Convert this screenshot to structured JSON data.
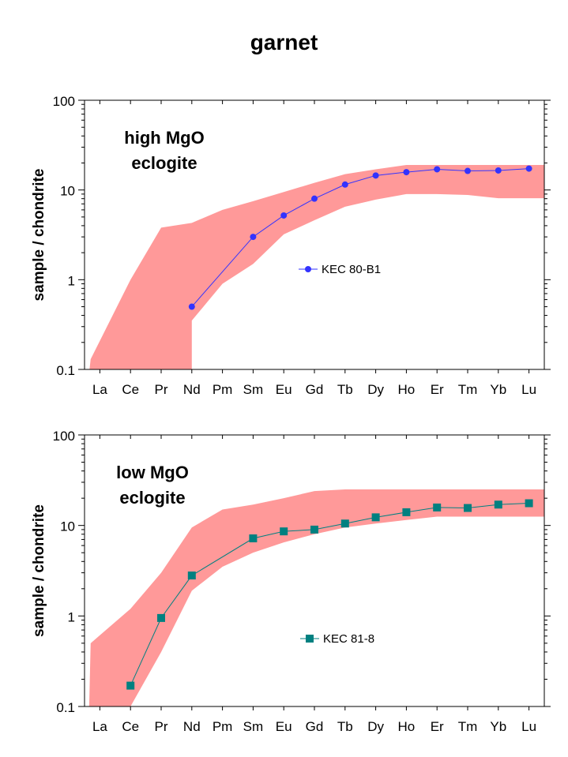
{
  "title": "garnet",
  "chart_data": [
    {
      "type": "line",
      "ylabel": "sample / chondrite",
      "yscale": "log",
      "ylim": [
        0.1,
        100
      ],
      "ytick_labels": [
        "0.1",
        "1",
        "10",
        "100"
      ],
      "categories": [
        "La",
        "Ce",
        "Pr",
        "Nd",
        "Pm",
        "Sm",
        "Eu",
        "Gd",
        "Tb",
        "Dy",
        "Ho",
        "Er",
        "Tm",
        "Yb",
        "Lu"
      ],
      "annotation": [
        "high MgO",
        "eclogite"
      ],
      "band_color": "#ff9999",
      "band_upper": [
        [
          "La",
          0.13
        ],
        [
          "Ce",
          1.0
        ],
        [
          "Pr",
          3.8
        ],
        [
          "Nd",
          4.3
        ],
        [
          "Pm",
          6.0
        ],
        [
          "Sm",
          7.5
        ],
        [
          "Eu",
          9.5
        ],
        [
          "Gd",
          12
        ],
        [
          "Tb",
          15
        ],
        [
          "Dy",
          17
        ],
        [
          "Ho",
          19
        ],
        [
          "Er",
          19
        ],
        [
          "Tm",
          19
        ],
        [
          "Yb",
          19
        ],
        [
          "Lu",
          19
        ]
      ],
      "band_lower": [
        [
          "Nd",
          0.1
        ],
        [
          "Nd",
          0.35
        ],
        [
          "Pm",
          0.9
        ],
        [
          "Sm",
          1.5
        ],
        [
          "Eu",
          3.2
        ],
        [
          "Gd",
          4.6
        ],
        [
          "Tb",
          6.5
        ],
        [
          "Dy",
          7.8
        ],
        [
          "Ho",
          9
        ],
        [
          "Er",
          9
        ],
        [
          "Tm",
          8.8
        ],
        [
          "Yb",
          8.1
        ],
        [
          "Lu",
          8.1
        ]
      ],
      "series": [
        {
          "name": "KEC 80-B1",
          "color": "#3333ff",
          "marker": "circle",
          "x": [
            "Nd",
            "Sm",
            "Eu",
            "Gd",
            "Tb",
            "Dy",
            "Ho",
            "Er",
            "Tm",
            "Yb",
            "Lu"
          ],
          "values": [
            0.5,
            3.0,
            5.2,
            8.0,
            11.5,
            14.5,
            15.8,
            17.0,
            16.3,
            16.5,
            17.3
          ]
        }
      ],
      "legend_position": "center-right"
    },
    {
      "type": "line",
      "ylabel": "sample / chondrite",
      "yscale": "log",
      "ylim": [
        0.1,
        100
      ],
      "ytick_labels": [
        "0.1",
        "1",
        "10",
        "100"
      ],
      "categories": [
        "La",
        "Ce",
        "Pr",
        "Nd",
        "Pm",
        "Sm",
        "Eu",
        "Gd",
        "Tb",
        "Dy",
        "Ho",
        "Er",
        "Tm",
        "Yb",
        "Lu"
      ],
      "annotation": [
        "low MgO",
        "eclogite"
      ],
      "band_color": "#ff9999",
      "band_upper": [
        [
          "La",
          0.5
        ],
        [
          "Ce",
          1.2
        ],
        [
          "Pr",
          3.0
        ],
        [
          "Nd",
          9.5
        ],
        [
          "Pm",
          15
        ],
        [
          "Sm",
          17
        ],
        [
          "Eu",
          20
        ],
        [
          "Gd",
          24
        ],
        [
          "Tb",
          25
        ],
        [
          "Dy",
          25
        ],
        [
          "Ho",
          25
        ],
        [
          "Er",
          25
        ],
        [
          "Tm",
          25
        ],
        [
          "Yb",
          25
        ],
        [
          "Lu",
          25
        ]
      ],
      "band_lower": [
        [
          "Ce",
          0.1
        ],
        [
          "Pr",
          0.4
        ],
        [
          "Nd",
          1.9
        ],
        [
          "Pm",
          3.5
        ],
        [
          "Sm",
          5.0
        ],
        [
          "Eu",
          6.5
        ],
        [
          "Gd",
          8.0
        ],
        [
          "Tb",
          9.5
        ],
        [
          "Dy",
          10.5
        ],
        [
          "Ho",
          11.5
        ],
        [
          "Er",
          12.5
        ],
        [
          "Tm",
          12.5
        ],
        [
          "Yb",
          12.5
        ],
        [
          "Lu",
          12.5
        ]
      ],
      "series": [
        {
          "name": "KEC 81-8",
          "color": "#008080",
          "marker": "square",
          "x": [
            "Ce",
            "Pr",
            "Nd",
            "Sm",
            "Eu",
            "Gd",
            "Tb",
            "Dy",
            "Ho",
            "Er",
            "Tm",
            "Yb",
            "Lu"
          ],
          "values": [
            0.17,
            0.95,
            2.8,
            7.2,
            8.6,
            9.0,
            10.5,
            12.3,
            14.0,
            15.8,
            15.6,
            17.0,
            17.6
          ]
        }
      ],
      "legend_position": "center-right"
    }
  ]
}
